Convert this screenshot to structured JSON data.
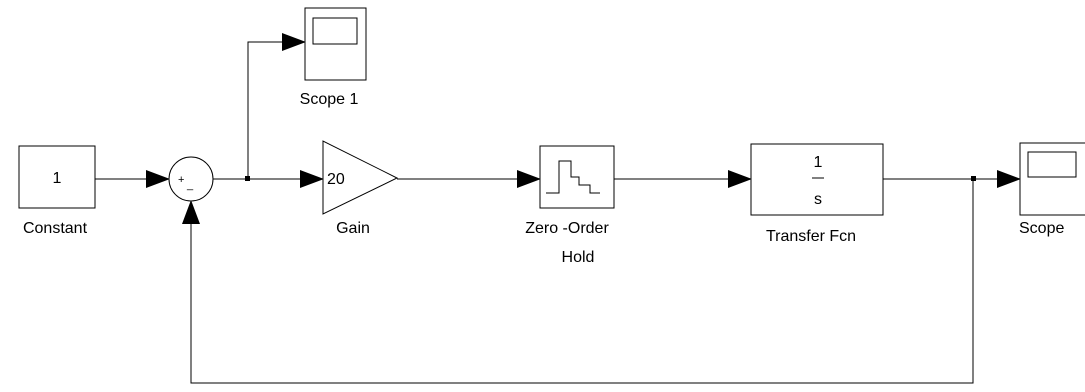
{
  "blocks": {
    "constant": {
      "value": "1",
      "label": "Constant"
    },
    "sum": {
      "plus": "+",
      "minus": "_"
    },
    "scope1": {
      "label": "Scope 1"
    },
    "gain": {
      "value": "20",
      "label": "Gain"
    },
    "zoh": {
      "label_line1": "Zero -Order",
      "label_line2": "Hold"
    },
    "tf": {
      "numerator": "1",
      "denominator": "s",
      "label": "Transfer Fcn"
    },
    "scope": {
      "label": "Scope"
    }
  }
}
